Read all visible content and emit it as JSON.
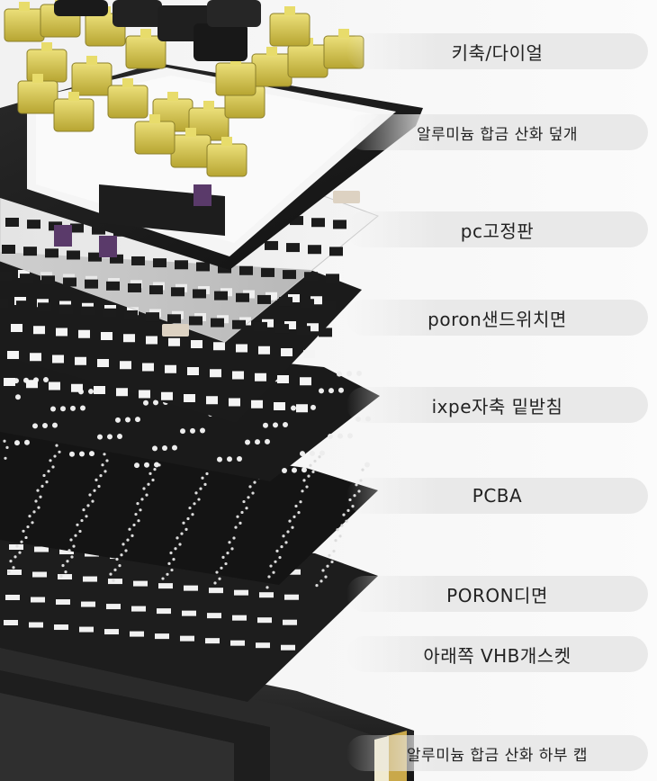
{
  "labels": [
    {
      "id": "keycap",
      "text": "키축/다이얼"
    },
    {
      "id": "top-case",
      "text": "알루미늄 합금 산화 덮개"
    },
    {
      "id": "pc-plate",
      "text": "pc고정판"
    },
    {
      "id": "poron-sandwich",
      "text": "poron샌드위치면"
    },
    {
      "id": "ixpe",
      "text": "ixpe자축 밑받침"
    },
    {
      "id": "pcba",
      "text": "PCBA"
    },
    {
      "id": "poron-bottom",
      "text": "PORON디면"
    },
    {
      "id": "vhb",
      "text": "아래쪽 VHB개스켓"
    },
    {
      "id": "bottom-case",
      "text": "알루미늄 합금 산화 하부 캡"
    }
  ],
  "colors": {
    "background": "#f7f7f7",
    "pill": "#e9e9e9",
    "switch_yellow": "#d8c64a",
    "plate_black": "#1b1b1b",
    "clear_plate": "#e6e6e6",
    "switch_purple": "#5a3a6a",
    "gold_trim": "#c9a84a"
  }
}
